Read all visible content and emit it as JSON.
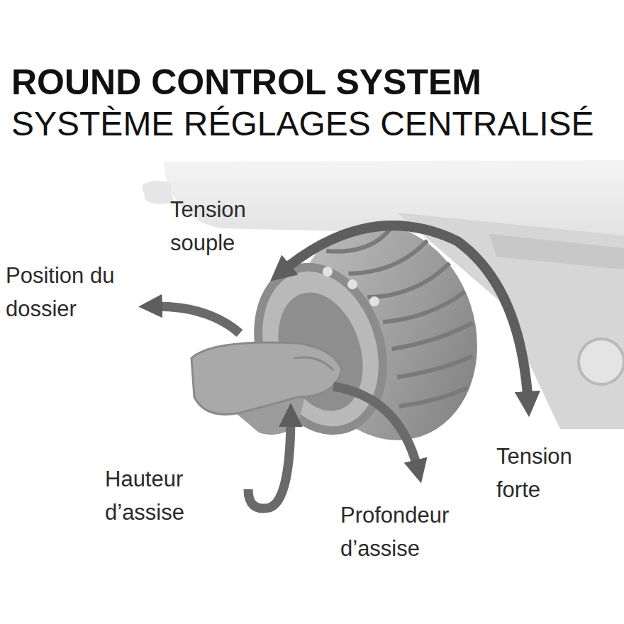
{
  "diagram": {
    "title": "ROUND CONTROL SYSTEM",
    "labels": [
      "SYSTÈME RÉGLAGES CENTRALISÉ",
      "Tension souple",
      "Position du dossier",
      "Hauteur d’assise",
      "Profondeur d’assise",
      "Tension forte"
    ]
  }
}
